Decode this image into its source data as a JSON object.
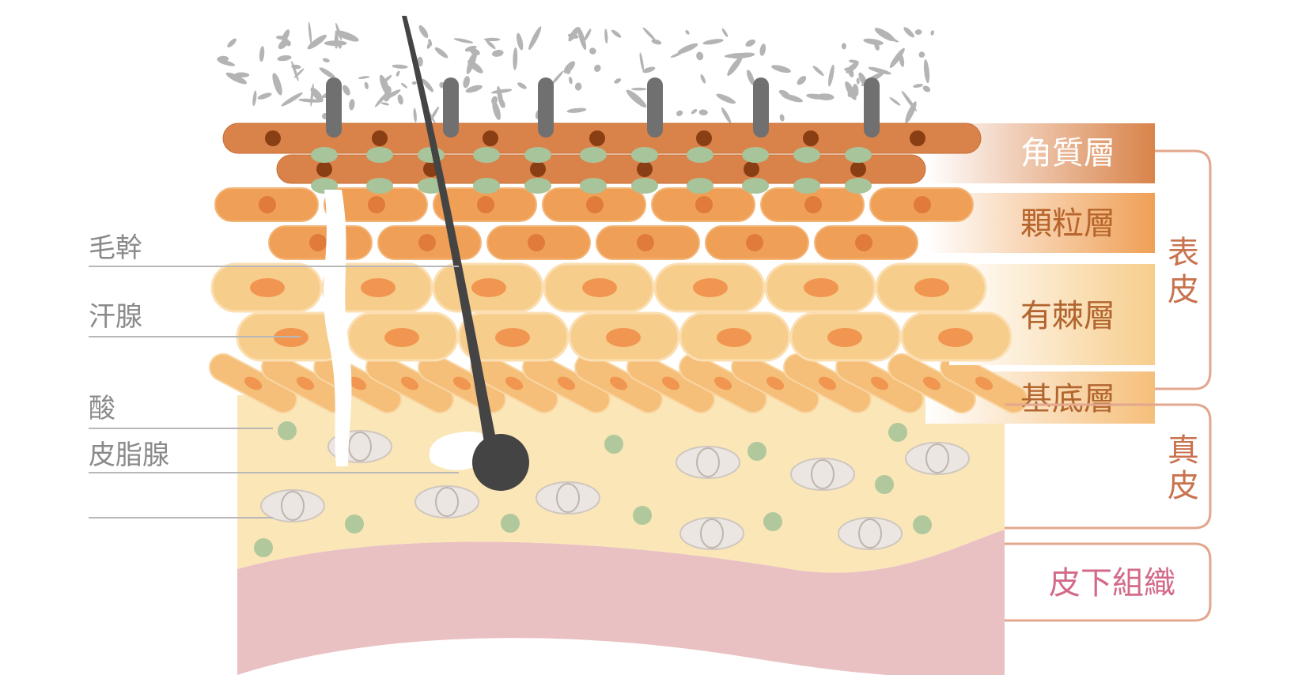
{
  "left_labels": {
    "hair_shaft": "毛幹",
    "sweat_gland": "汗腺",
    "acid": "酸",
    "sebaceous_gland": "皮脂腺"
  },
  "layers": {
    "stratum_corneum": "角質層",
    "stratum_granulosum": "顆粒層",
    "stratum_spinosum": "有棘層",
    "stratum_basale": "基底層"
  },
  "groups": {
    "epidermis": "表皮",
    "dermis": "真皮",
    "subcutaneous": "皮下組織"
  },
  "colors": {
    "corneum": "#d9834a",
    "granulosum": "#efa056",
    "spinosum": "#f7cd8c",
    "basale": "#f5bf7a",
    "dermis": "#fbe6b7",
    "subcutaneous": "#eac1c3",
    "bracket": "#e3a78e",
    "nucleus_dark": "#8a3e14",
    "nucleus_orange": "#f09650",
    "green_granule": "#a8c49a",
    "hair": "#444444"
  }
}
